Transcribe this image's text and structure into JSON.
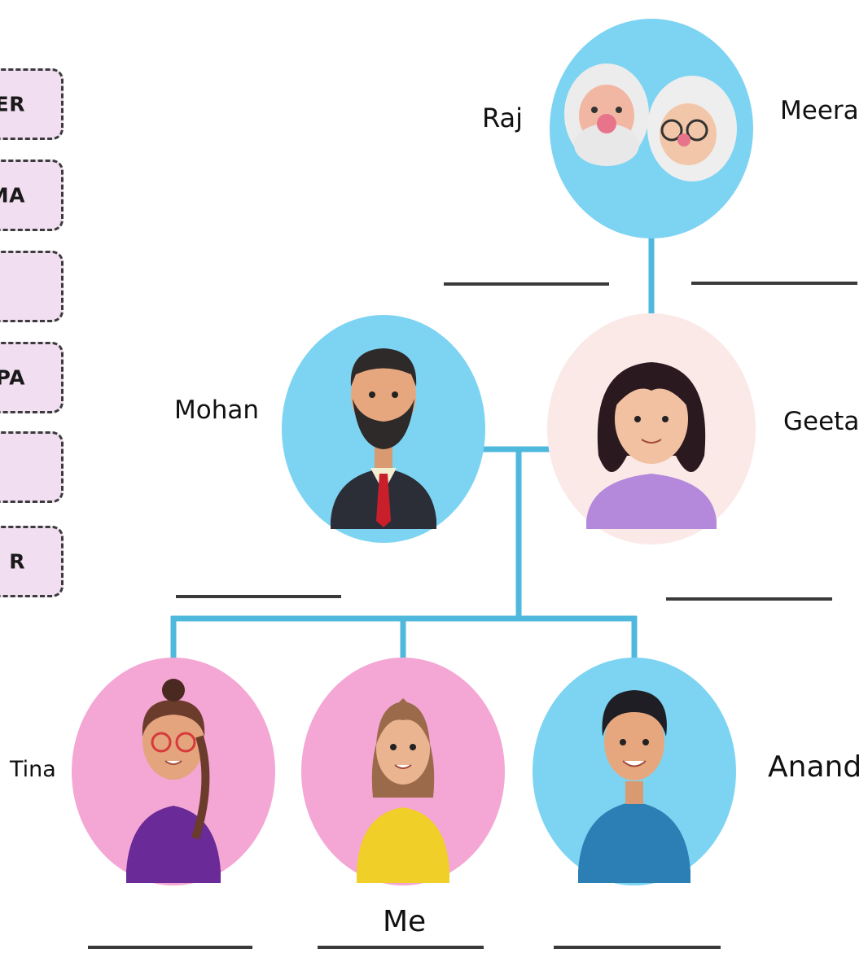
{
  "word_bank": [
    "ER",
    "MA",
    "",
    "PA",
    "",
    "R"
  ],
  "people": {
    "grandfather": "Raj",
    "grandmother": "Meera",
    "father": "Mohan",
    "mother": "Geeta",
    "sister": "Tina",
    "me": "Me",
    "brother": "Anand"
  },
  "colors": {
    "connector": "#4fb8dd",
    "circle_blue": "#7dd4f2",
    "circle_pink": "#f4a7d4",
    "circle_peach": "#fbe9e8",
    "card_fill": "#f1def0"
  },
  "icons": [
    "grandparents-avatar-icon",
    "father-avatar-icon",
    "mother-avatar-icon",
    "sister-avatar-icon",
    "me-avatar-icon",
    "brother-avatar-icon"
  ]
}
